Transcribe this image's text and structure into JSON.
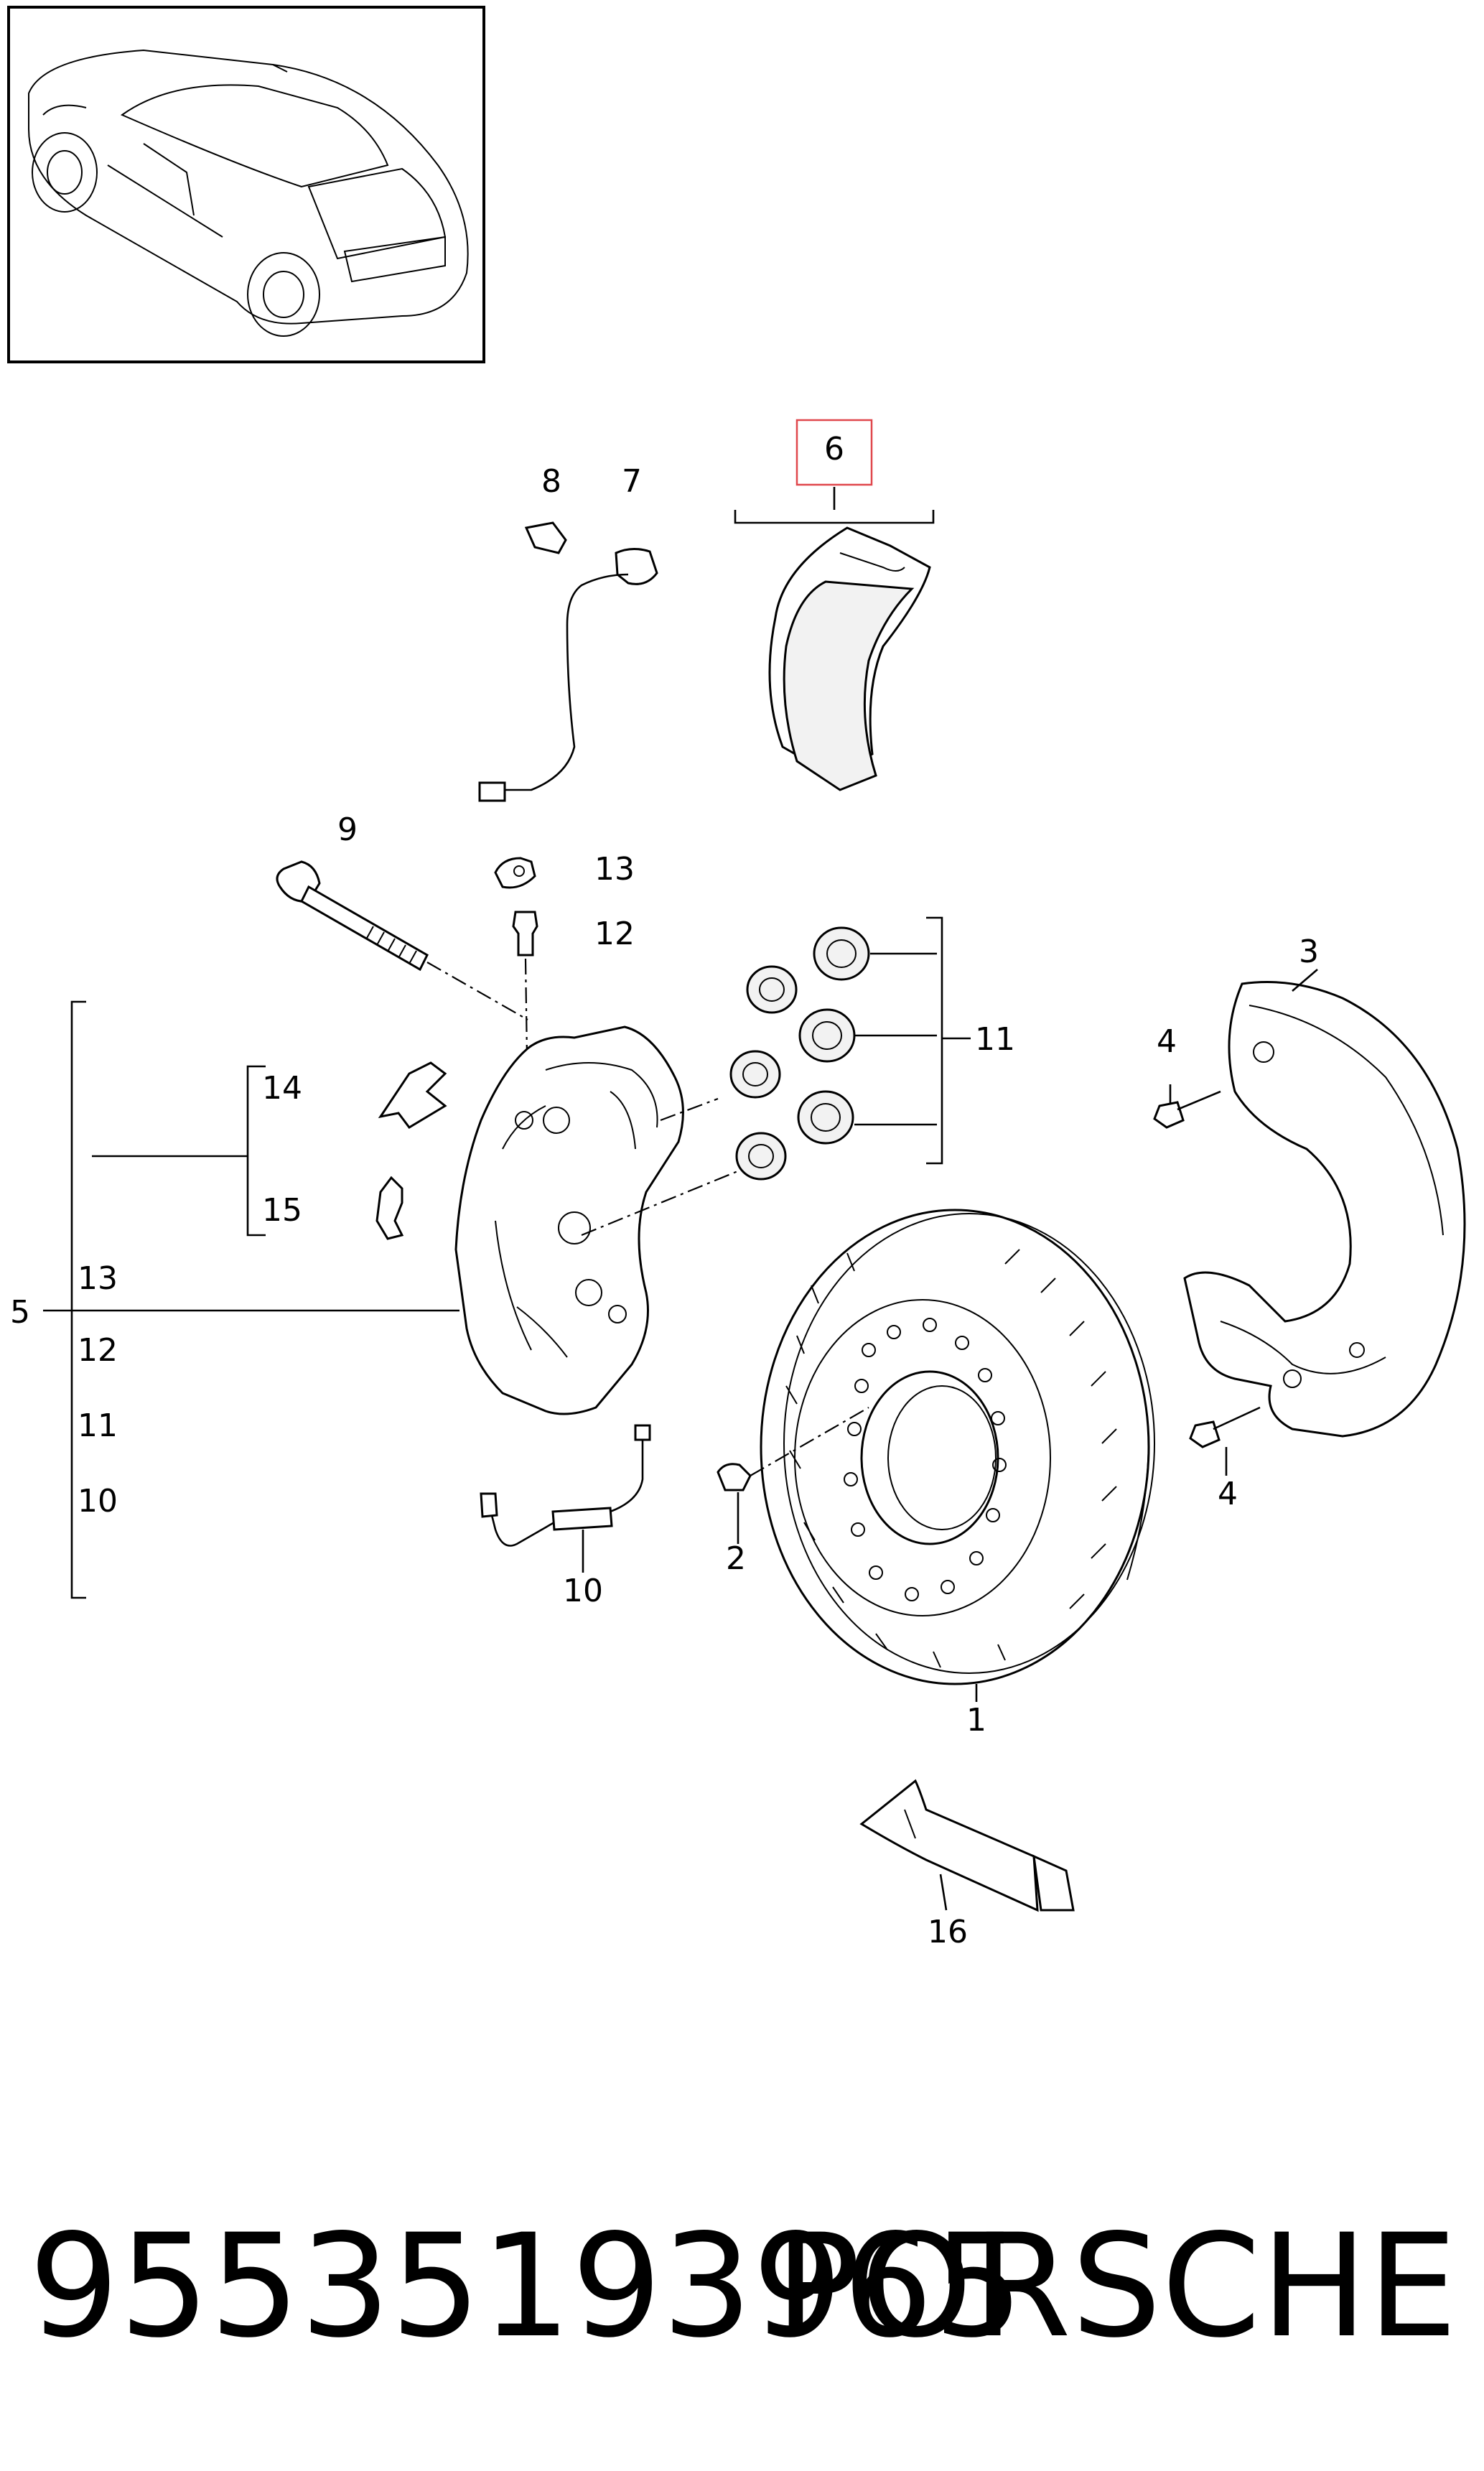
{
  "callouts": {
    "c1": "1",
    "c2": "2",
    "c3": "3",
    "c4a": "4",
    "c4b": "4",
    "c5": "5",
    "c6": "6",
    "c7": "7",
    "c8": "8",
    "c9": "9",
    "c10": "10",
    "c11": "11",
    "c12": "12",
    "c13": "13",
    "c14": "14",
    "c15": "15",
    "c16": "16"
  },
  "bracket_list": [
    "13",
    "12",
    "11",
    "10"
  ],
  "highlight_color": "#e0474c",
  "footer": {
    "part_number": "95535193965",
    "brand": "PORSCHE"
  }
}
